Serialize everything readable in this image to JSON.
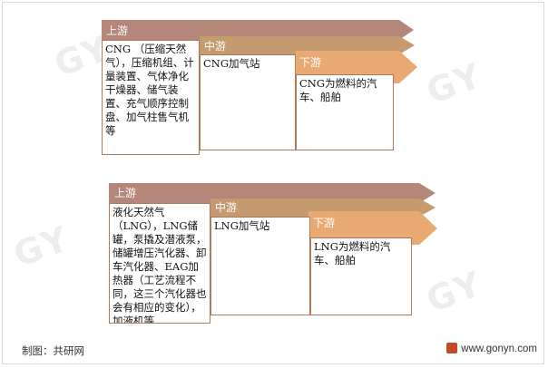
{
  "diagram1": {
    "stages": [
      "上游",
      "中游",
      "下游"
    ],
    "upstream_text": "CNG （压缩天然气），压缩机组、计量装置、气体净化干燥器、储气装置、充气顺序控制盘、加气柱售气机等",
    "midstream_text": "CNG加气站",
    "downstream_text": "CNG为燃料的汽车、船舶"
  },
  "diagram2": {
    "stages": [
      "上游",
      "中游",
      "下游"
    ],
    "upstream_text": "液化天然气（LNG），LNG储罐，泵撬及潜液泵，储罐增压汽化器、卸车汽化器、EAG加热器（工艺流程不同，这三个汽化器也会有相应的变化），加液机等",
    "midstream_text": "LNG加气站",
    "downstream_text": "LNG为燃料的汽车、船舶"
  },
  "footer": {
    "source": "制图：共研网",
    "website": "www.gonyn.com"
  },
  "colors": {
    "upstream": "#b4877a",
    "midstream": "#c49a6e",
    "downstream": "#e8aa72",
    "border": "#b0795a"
  }
}
